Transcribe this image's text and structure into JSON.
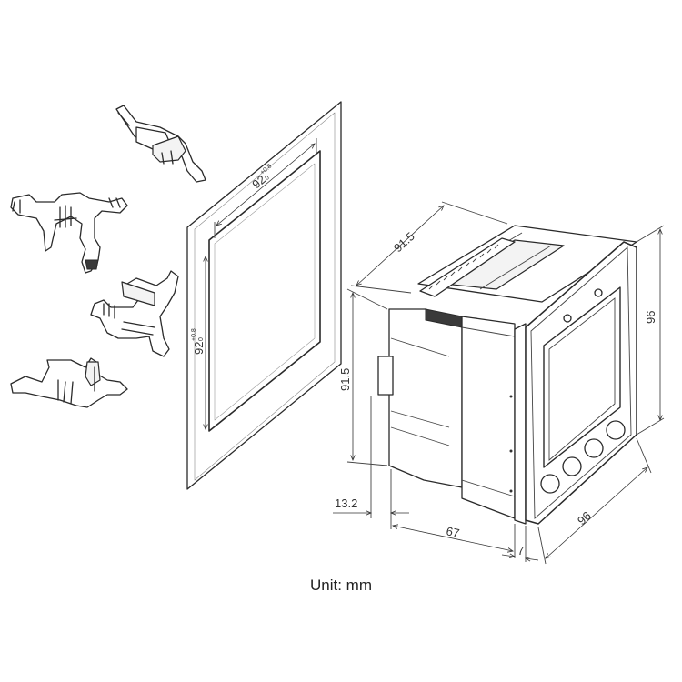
{
  "dimensions": {
    "cutout_width": "92",
    "cutout_width_tol": "+0.8",
    "cutout_width_tol_low": "0",
    "cutout_height": "92",
    "cutout_height_tol": "+0.8",
    "cutout_height_tol_low": "0",
    "body_depth_top": "91.5",
    "body_height_side": "91.5",
    "front_height": "96",
    "front_width": "96",
    "rear_offset": "13.2",
    "body_depth": "67",
    "bezel_depth": "7"
  },
  "unit_label": "Unit: mm"
}
